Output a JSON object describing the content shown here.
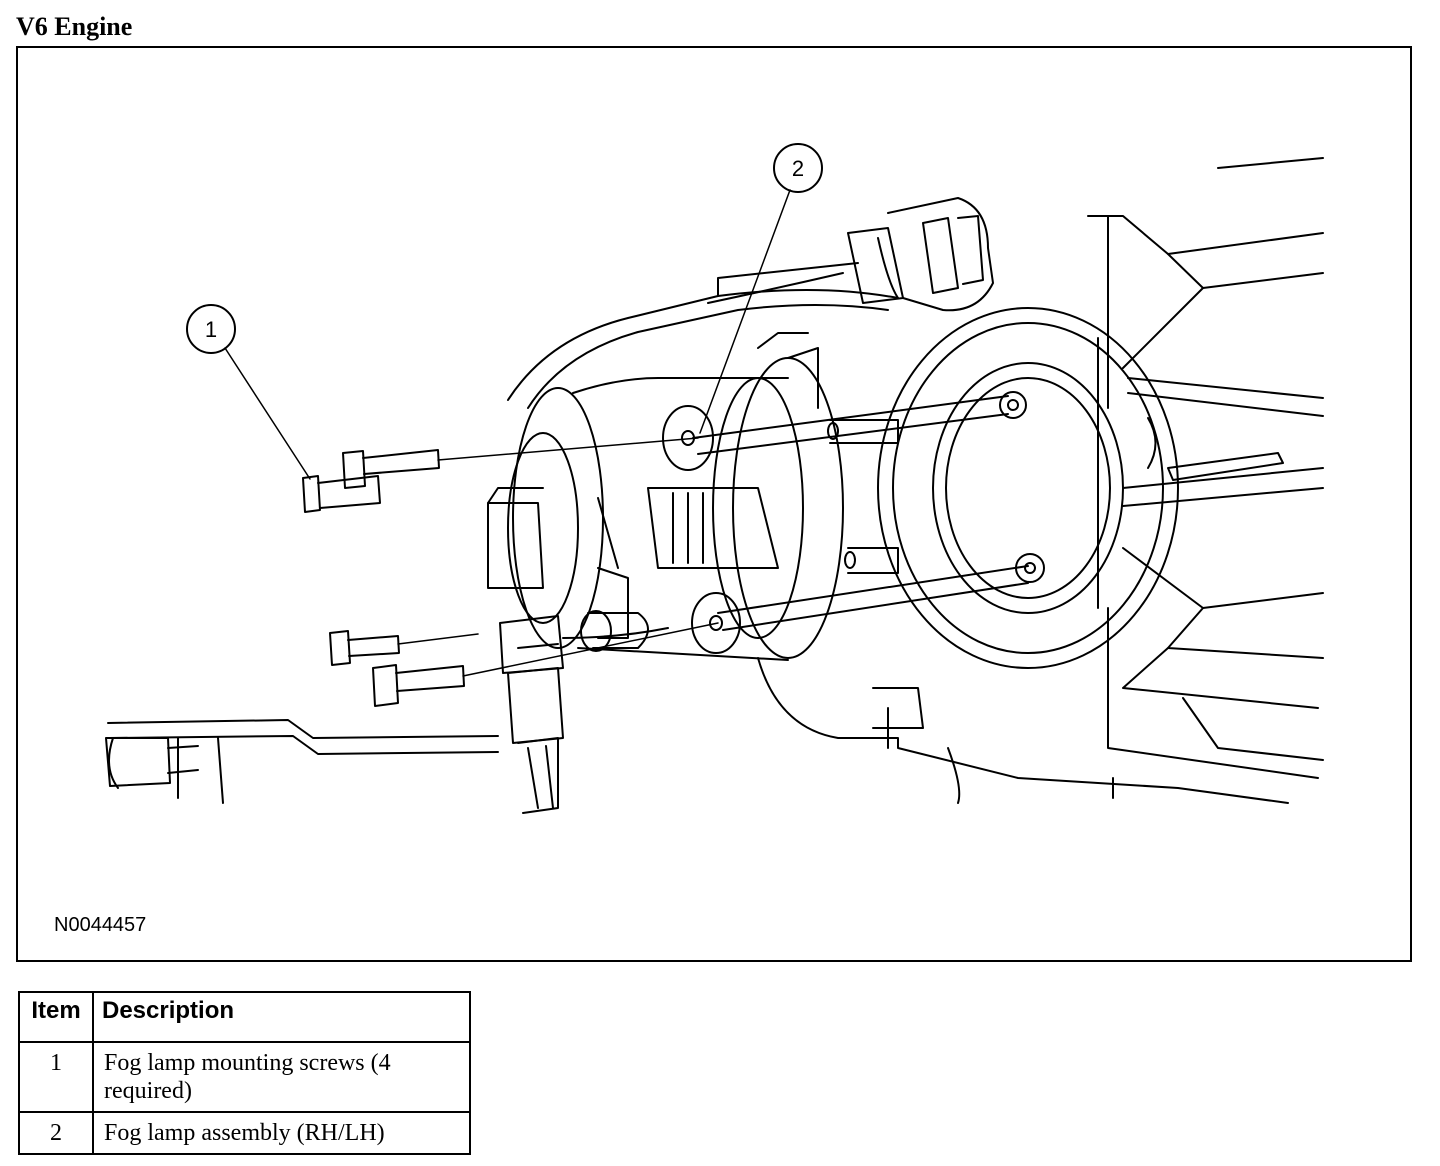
{
  "heading": "V6 Engine",
  "figure": {
    "id": "N0044457",
    "callouts": [
      "1",
      "2"
    ]
  },
  "legend": {
    "headers": [
      "Item",
      "Description"
    ],
    "rows": [
      {
        "item": "1",
        "description": "Fog lamp mounting screws (4 required)"
      },
      {
        "item": "2",
        "description": "Fog lamp assembly (RH/LH)"
      }
    ]
  }
}
